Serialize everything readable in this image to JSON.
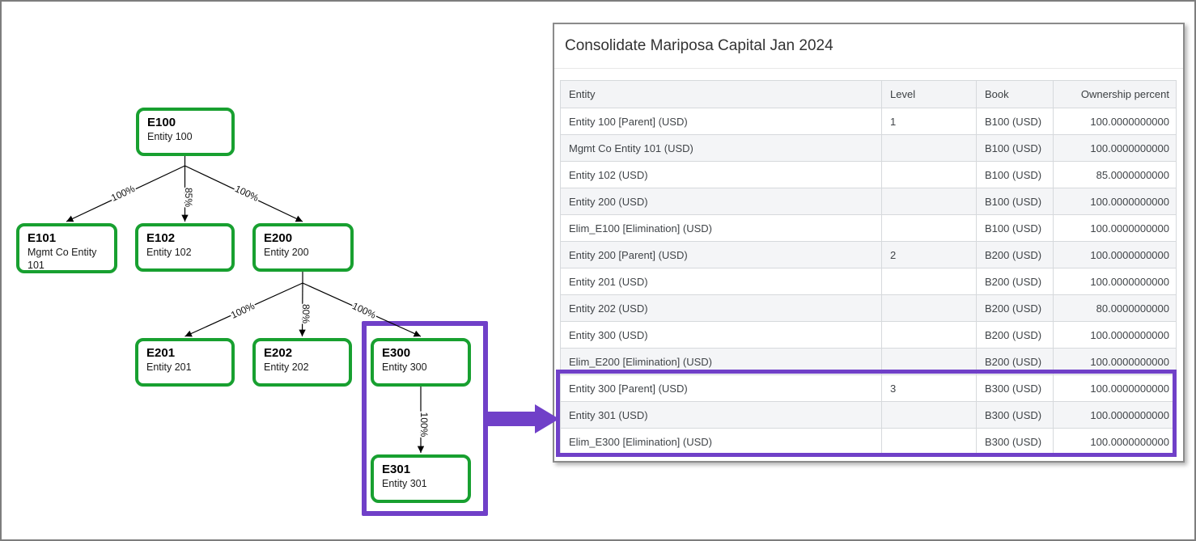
{
  "colors": {
    "node_border_green": "#18a030",
    "highlight_purple": "#7040c8"
  },
  "diagram": {
    "nodes": [
      {
        "id": "E100",
        "name": "Entity 100"
      },
      {
        "id": "E101",
        "name": "Mgmt Co Entity 101"
      },
      {
        "id": "E102",
        "name": "Entity 102"
      },
      {
        "id": "E200",
        "name": "Entity 200"
      },
      {
        "id": "E201",
        "name": "Entity 201"
      },
      {
        "id": "E202",
        "name": "Entity 202"
      },
      {
        "id": "E300",
        "name": "Entity 300"
      },
      {
        "id": "E301",
        "name": "Entity 301"
      }
    ],
    "edges": [
      {
        "from": "E100",
        "to": "E101",
        "label": "100%"
      },
      {
        "from": "E100",
        "to": "E102",
        "label": "85%"
      },
      {
        "from": "E100",
        "to": "E200",
        "label": "100%"
      },
      {
        "from": "E200",
        "to": "E201",
        "label": "100%"
      },
      {
        "from": "E200",
        "to": "E202",
        "label": "80%"
      },
      {
        "from": "E200",
        "to": "E300",
        "label": "100%"
      },
      {
        "from": "E300",
        "to": "E301",
        "label": "100%"
      }
    ]
  },
  "panel": {
    "title": "Consolidate Mariposa Capital Jan 2024",
    "table": {
      "columns": {
        "entity": "Entity",
        "level": "Level",
        "book": "Book",
        "ownership": "Ownership percent"
      },
      "rows": [
        {
          "entity": "Entity 100 [Parent] (USD)",
          "level": "1",
          "book": "B100 (USD)",
          "ownership": "100.0000000000"
        },
        {
          "entity": "Mgmt Co Entity 101 (USD)",
          "level": "",
          "book": "B100 (USD)",
          "ownership": "100.0000000000"
        },
        {
          "entity": "Entity 102 (USD)",
          "level": "",
          "book": "B100 (USD)",
          "ownership": "85.0000000000"
        },
        {
          "entity": "Entity 200 (USD)",
          "level": "",
          "book": "B100 (USD)",
          "ownership": "100.0000000000"
        },
        {
          "entity": "Elim_E100 [Elimination] (USD)",
          "level": "",
          "book": "B100 (USD)",
          "ownership": "100.0000000000"
        },
        {
          "entity": "Entity 200 [Parent] (USD)",
          "level": "2",
          "book": "B200 (USD)",
          "ownership": "100.0000000000"
        },
        {
          "entity": "Entity 201 (USD)",
          "level": "",
          "book": "B200 (USD)",
          "ownership": "100.0000000000"
        },
        {
          "entity": "Entity 202 (USD)",
          "level": "",
          "book": "B200 (USD)",
          "ownership": "80.0000000000"
        },
        {
          "entity": "Entity 300 (USD)",
          "level": "",
          "book": "B200 (USD)",
          "ownership": "100.0000000000"
        },
        {
          "entity": "Elim_E200 [Elimination] (USD)",
          "level": "",
          "book": "B200 (USD)",
          "ownership": "100.0000000000"
        },
        {
          "entity": "Entity 300 [Parent] (USD)",
          "level": "3",
          "book": "B300 (USD)",
          "ownership": "100.0000000000"
        },
        {
          "entity": "Entity 301 (USD)",
          "level": "",
          "book": "B300 (USD)",
          "ownership": "100.0000000000"
        },
        {
          "entity": "Elim_E300 [Elimination] (USD)",
          "level": "",
          "book": "B300 (USD)",
          "ownership": "100.0000000000"
        }
      ]
    }
  }
}
